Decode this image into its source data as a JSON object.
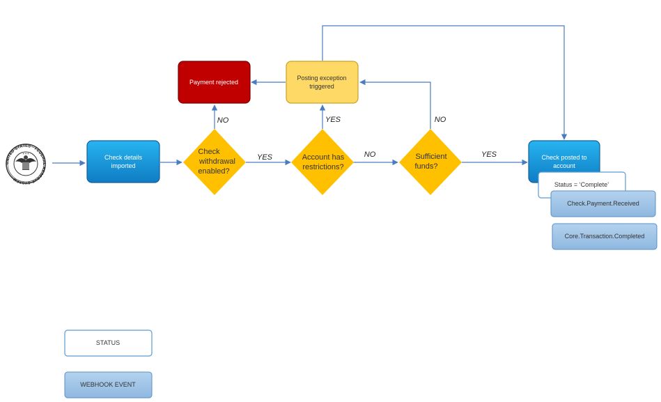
{
  "nodes": {
    "check_imported": [
      "Check details",
      "imported"
    ],
    "check_withdrawal": [
      "Check",
      "withdrawal",
      "enabled?"
    ],
    "account_restrictions": [
      "Account has",
      "restrictions?"
    ],
    "sufficient_funds": [
      "Sufficient",
      "funds?"
    ],
    "check_posted": [
      "Check posted to",
      "account"
    ],
    "payment_rejected": [
      "Payment rejected"
    ],
    "posting_exception": [
      "Posting exception",
      "triggered"
    ]
  },
  "edge_labels": {
    "withdrawal_no": "NO",
    "withdrawal_yes": "YES",
    "restrictions_yes": "YES",
    "restrictions_no": "NO",
    "funds_no": "NO",
    "funds_yes": "YES"
  },
  "status_box": "Status = ‘Complete’",
  "webhook_events": [
    "Check.Payment.Received",
    "Core.Transaction.Completed"
  ],
  "legend": {
    "status": "STATUS",
    "webhook": "WEBHOOK EVENT"
  },
  "seal": {
    "text": "UNITED STATES · FEDERAL RESERVE SYSTEM ·"
  },
  "colors": {
    "process_blue": "#1a9ae0",
    "decision_yellow": "#ffc000",
    "rejected_red": "#c00000",
    "exception_yellow": "#ffd966",
    "webhook_blue": "#9dc3e6",
    "connector": "#4a7cc0"
  }
}
